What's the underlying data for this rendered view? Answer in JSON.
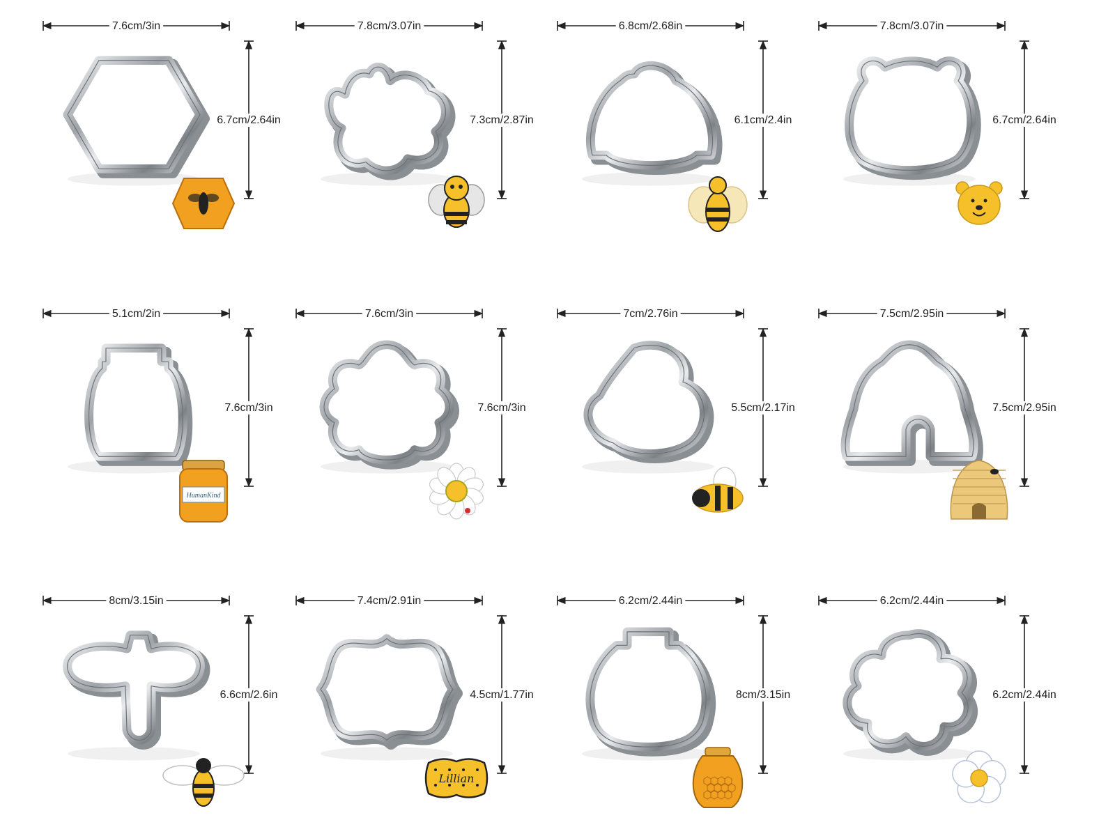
{
  "colors": {
    "background": "#ffffff",
    "dimension_line": "#222222",
    "steel": "#c8ccd0",
    "steel_dark": "#8a8f94",
    "cookie_yellow": "#f5c02a",
    "cookie_orange": "#f2a01f",
    "cookie_cream": "#f6e7b8",
    "cookie_black": "#222222",
    "cookie_white": "#ffffff"
  },
  "cutters": [
    {
      "shape": "hexagon",
      "width_label": "7.6cm/3in",
      "height_label": "6.7cm/2.64in",
      "cookie_icon": "honeycomb-bee-cookie"
    },
    {
      "shape": "cartoon-bee",
      "width_label": "7.8cm/3.07in",
      "height_label": "7.3cm/2.87in",
      "cookie_icon": "cartoon-bee-cookie"
    },
    {
      "shape": "bee",
      "width_label": "6.8cm/2.68in",
      "height_label": "6.1cm/2.4in",
      "cookie_icon": "bee-cookie"
    },
    {
      "shape": "bear-face",
      "width_label": "7.8cm/3.07in",
      "height_label": "6.7cm/2.64in",
      "cookie_icon": "bear-face-cookie"
    },
    {
      "shape": "honey-jar",
      "width_label": "5.1cm/2in",
      "height_label": "7.6cm/3in",
      "cookie_icon": "honey-jar-cookie",
      "cookie_text": "HumanKind"
    },
    {
      "shape": "flower",
      "width_label": "7.6cm/3in",
      "height_label": "7.6cm/3in",
      "cookie_icon": "daisy-cookie"
    },
    {
      "shape": "bee-side",
      "width_label": "7cm/2.76in",
      "height_label": "5.5cm/2.17in",
      "cookie_icon": "bee-side-cookie"
    },
    {
      "shape": "beehive",
      "width_label": "7.5cm/2.95in",
      "height_label": "7.5cm/2.95in",
      "cookie_icon": "beehive-cookie"
    },
    {
      "shape": "flying-bee",
      "width_label": "8cm/3.15in",
      "height_label": "6.6cm/2.6in",
      "cookie_icon": "flying-bee-cookie"
    },
    {
      "shape": "plaque",
      "width_label": "7.4cm/2.91in",
      "height_label": "4.5cm/1.77in",
      "cookie_icon": "plaque-cookie",
      "cookie_text": "Lillian"
    },
    {
      "shape": "honey-pot",
      "width_label": "6.2cm/2.44in",
      "height_label": "8cm/3.15in",
      "cookie_icon": "honey-pot-cookie"
    },
    {
      "shape": "blossom",
      "width_label": "6.2cm/2.44in",
      "height_label": "6.2cm/2.44in",
      "cookie_icon": "blossom-cookie"
    }
  ]
}
